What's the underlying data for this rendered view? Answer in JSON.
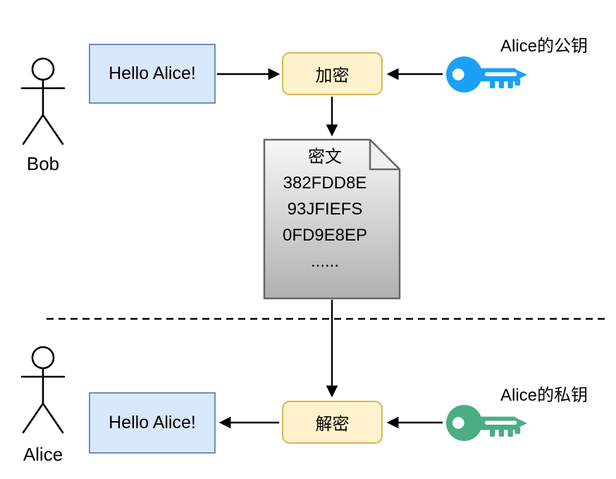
{
  "diagram": {
    "title_semantic": "asymmetric-encryption-flow",
    "top_section": {
      "actor_name": "Bob",
      "message_text": "Hello Alice!",
      "process_label": "加密",
      "key_label": "Alice的公钥",
      "key_color": "#1AA1F5"
    },
    "document": {
      "title": "密文",
      "lines": [
        "382FDD8E",
        "93JFIEFS",
        "0FD9E8EP",
        "......"
      ]
    },
    "bottom_section": {
      "actor_name": "Alice",
      "message_text": "Hello Alice!",
      "process_label": "解密",
      "key_label": "Alice的私钥",
      "key_color": "#4BAD83"
    },
    "colors": {
      "message_box_fill": "#DAE8FC",
      "message_box_border": "#6C8EBF",
      "process_box_fill": "#FFF2CC",
      "process_box_border": "#D6B656",
      "document_border": "#666666",
      "document_gradient_top": "#F7F7F7",
      "document_gradient_bottom": "#B0B0B0",
      "line_color": "#000000"
    }
  }
}
